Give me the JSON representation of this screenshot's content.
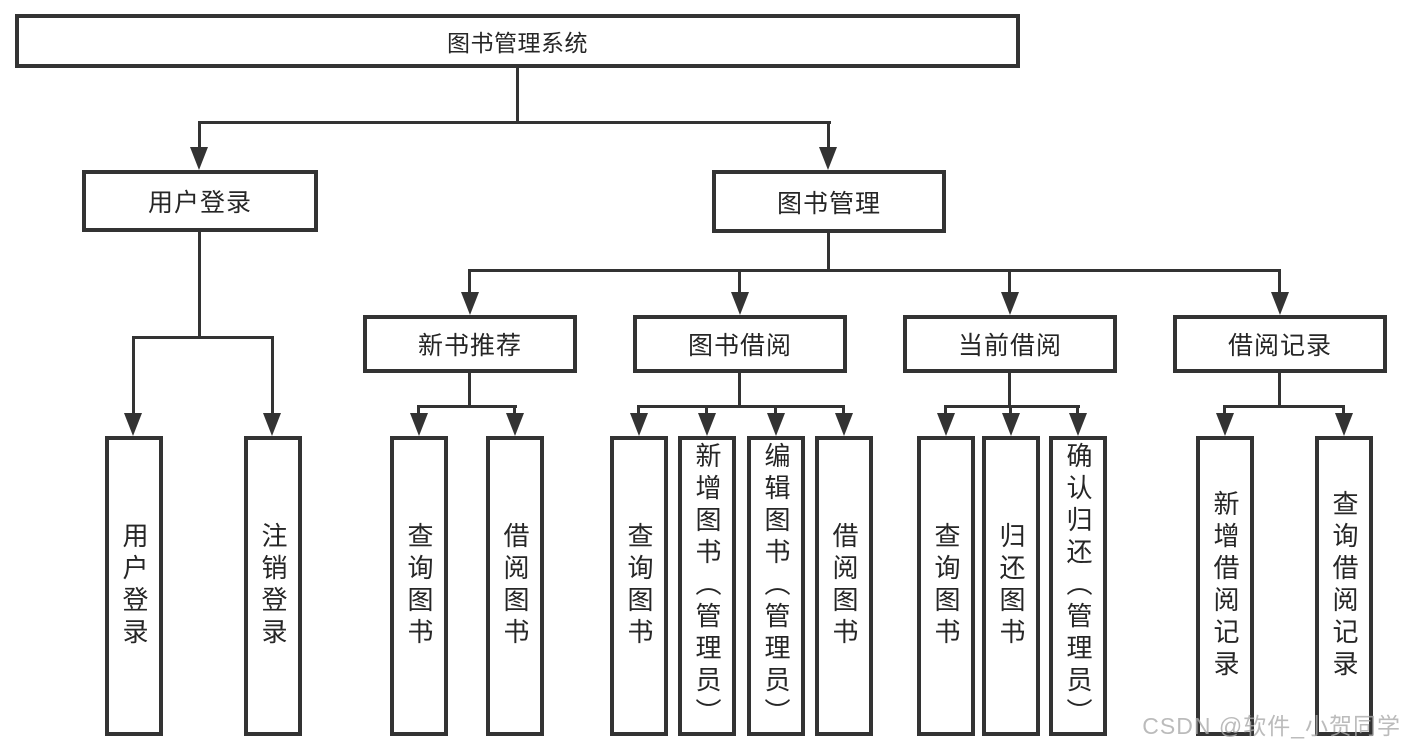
{
  "diagram": {
    "type": "tree",
    "title": "图书管理系统",
    "level2": [
      {
        "label": "用户登录",
        "parent": "图书管理系统"
      },
      {
        "label": "图书管理",
        "parent": "图书管理系统"
      }
    ],
    "level3": [
      {
        "label": "新书推荐",
        "parent": "图书管理"
      },
      {
        "label": "图书借阅",
        "parent": "图书管理"
      },
      {
        "label": "当前借阅",
        "parent": "图书管理"
      },
      {
        "label": "借阅记录",
        "parent": "图书管理"
      }
    ],
    "leaves": [
      {
        "label": "用户登录",
        "parent": "用户登录"
      },
      {
        "label": "注销登录",
        "parent": "用户登录"
      },
      {
        "label": "查询图书",
        "parent": "新书推荐"
      },
      {
        "label": "借阅图书",
        "parent": "新书推荐"
      },
      {
        "label": "查询图书",
        "parent": "图书借阅"
      },
      {
        "label": "新增图书（管理员）",
        "parent": "图书借阅"
      },
      {
        "label": "编辑图书（管理员）",
        "parent": "图书借阅"
      },
      {
        "label": "借阅图书",
        "parent": "图书借阅"
      },
      {
        "label": "查询图书",
        "parent": "当前借阅"
      },
      {
        "label": "归还图书",
        "parent": "当前借阅"
      },
      {
        "label": "确认归还（管理员）",
        "parent": "当前借阅"
      },
      {
        "label": "新增借阅记录",
        "parent": "借阅记录"
      },
      {
        "label": "查询借阅记录",
        "parent": "借阅记录"
      }
    ]
  },
  "watermark": "CSDN @软件_小贺同学",
  "colors": {
    "box_border": "#333333",
    "connector": "#333333",
    "text": "#262626",
    "watermark_text": "#ababab",
    "background": "#ffffff"
  }
}
